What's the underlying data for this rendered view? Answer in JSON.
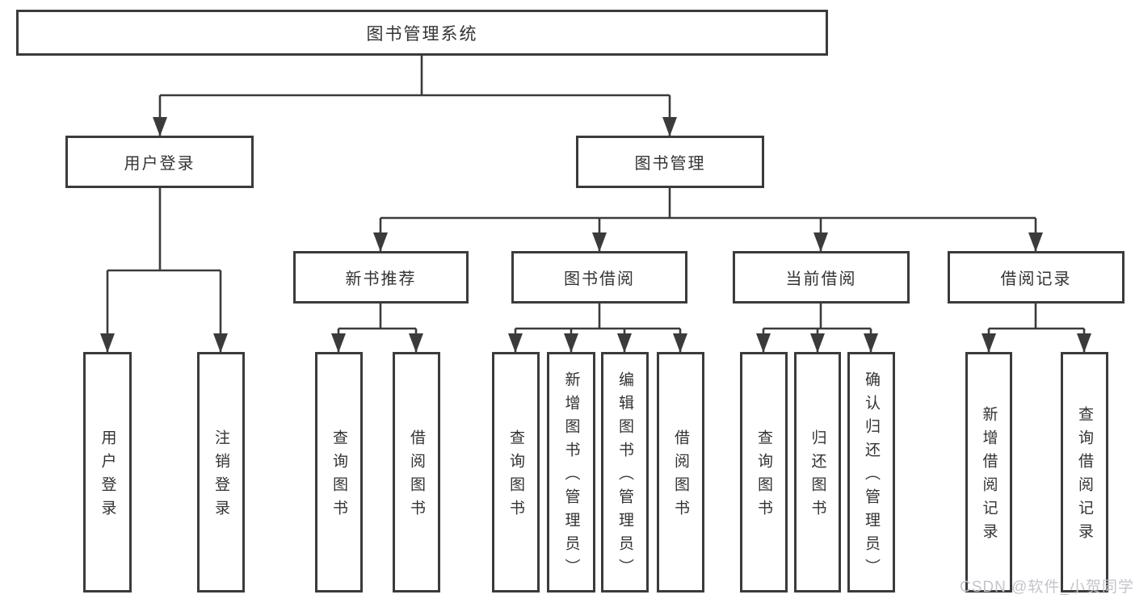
{
  "nodes": {
    "root": "图书管理系统",
    "user_login": "用户登录",
    "book_management": "图书管理",
    "new_book_recommend": "新书推荐",
    "book_borrow": "图书借阅",
    "current_borrow": "当前借阅",
    "borrow_records": "借阅记录"
  },
  "leaves": {
    "user_login": [
      "用户登录",
      "注销登录"
    ],
    "new_book_recommend": [
      "查询图书",
      "借阅图书"
    ],
    "book_borrow": [
      "查询图书",
      "新增图书（管理员）",
      "编辑图书（管理员）",
      "借阅图书"
    ],
    "current_borrow": [
      "查询图书",
      "归还图书",
      "确认归还（管理员）"
    ],
    "borrow_records": [
      "新增借阅记录",
      "查询借阅记录"
    ]
  },
  "watermark": "CSDN @软件_小贺同学",
  "colors": {
    "line": "#3b3b3b",
    "text": "#333333",
    "bg": "#ffffff",
    "watermark": "#c3c5cb"
  }
}
